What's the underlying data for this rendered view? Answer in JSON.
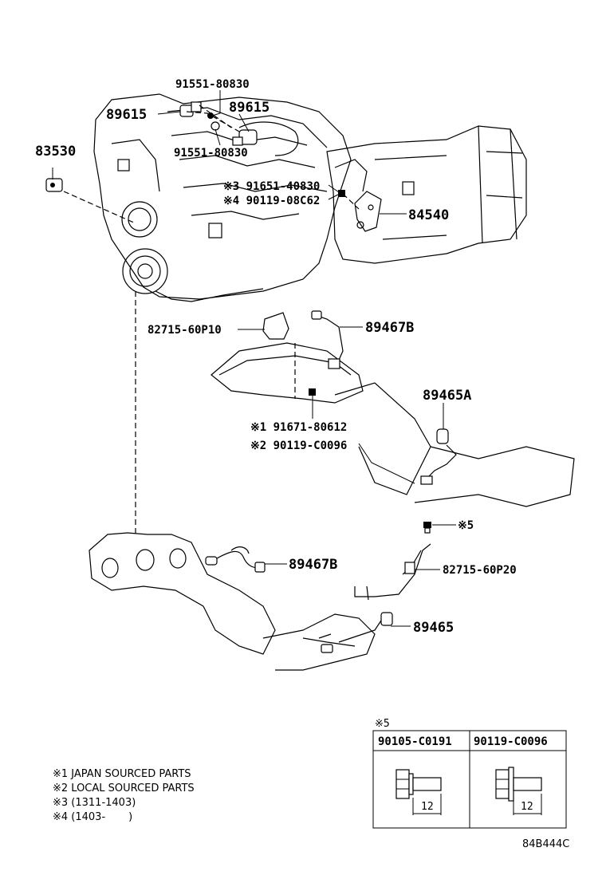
{
  "callouts": {
    "p91551_top": "91551-80830",
    "p89615_left": "89615",
    "p89615_right": "89615",
    "p91551_bottom": "91551-80830",
    "p83530": "83530",
    "p91651": "※3 91651-40830",
    "p90119_08c62": "※4 90119-08C62",
    "p84540": "84540",
    "p82715_60p10": "82715-60P10",
    "p89467b_top": "89467B",
    "p89465a": "89465A",
    "p91671": "※1 91671-80612",
    "p90119_c0096": "※2 90119-C0096",
    "p_mark5": "※5",
    "p89467b_bottom": "89467B",
    "p82715_60p20": "82715-60P20",
    "p89465": "89465"
  },
  "bolt_table": {
    "heading": "※5",
    "col1_header": "90105-C0191",
    "col2_header": "90119-C0096",
    "col1_dim": "12",
    "col2_dim": "12"
  },
  "notes": [
    "※1 JAPAN SOURCED PARTS",
    "※2 LOCAL SOURCED PARTS",
    "※3 (1311-1403)",
    "※4 (1403-       )"
  ],
  "figure_code": "84B444C"
}
